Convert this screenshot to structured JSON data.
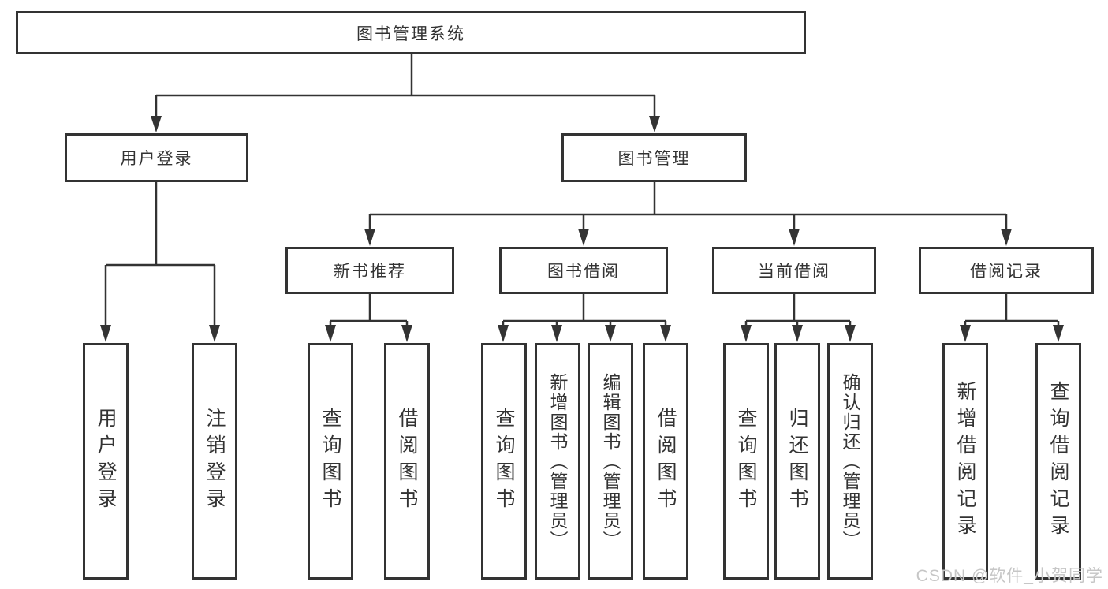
{
  "title": "图书管理系统",
  "nodes": {
    "root": "图书管理系统",
    "user_login": "用户登录",
    "book_mgmt": "图书管理",
    "new_book_rec": "新书推荐",
    "book_borrow": "图书借阅",
    "current_borrow": "当前借阅",
    "borrow_records": "借阅记录",
    "leaf_user_login": "用户登录",
    "leaf_logout": "注销登录",
    "leaf_query_book_rec": "查询图书",
    "leaf_borrow_book_rec": "借阅图书",
    "leaf_query_book_borrow": "查询图书",
    "leaf_add_book_admin": "新增图书（管理员）",
    "leaf_edit_book_admin": "编辑图书（管理员）",
    "leaf_borrow_book_borrow": "借阅图书",
    "leaf_query_book_current": "查询图书",
    "leaf_return_book": "归还图书",
    "leaf_confirm_return_admin": "确认归还（管理员）",
    "leaf_add_borrow_record": "新增借阅记录",
    "leaf_query_borrow_record": "查询借阅记录"
  },
  "watermark": "CSDN @软件_小贺同学",
  "colors": {
    "line": "#333333",
    "box_border": "#333333",
    "text": "#333333",
    "watermark": "#c6c6c6",
    "background": "#ffffff"
  }
}
